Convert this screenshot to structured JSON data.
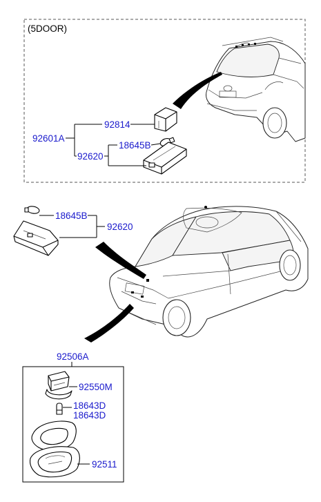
{
  "variant_label": "(5DOOR)",
  "labels": {
    "top_assembly": "92601A",
    "top_lamp_cover": "92814",
    "top_lamp": "92620",
    "top_bulb": "18645B",
    "mid_bulb": "18645B",
    "mid_lamp": "92620",
    "bottom_assembly": "92506A",
    "socket": "92550M",
    "bulb_a": "18643D",
    "bulb_b": "18643D",
    "housing": "92511"
  },
  "colors": {
    "part_number": "#1a1acc",
    "line": "#000000"
  }
}
